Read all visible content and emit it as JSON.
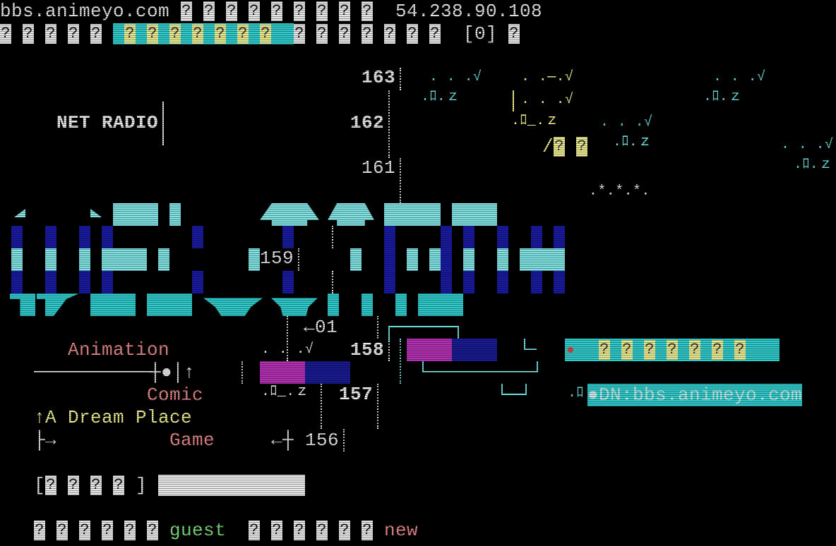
{
  "header": {
    "host": "bbs.animeyo.com",
    "ip": "54.238.90.108",
    "unknown_glyph": "?",
    "mail_count": "[0]"
  },
  "sidebar": {
    "net_radio": "NET RADIO"
  },
  "map": {
    "floors": [
      "163",
      "162",
      "161",
      "159",
      "158",
      "157",
      "156"
    ],
    "room_marker": "←01",
    "notes": {
      "dots": ". . .√",
      "dots_dash": ". .—.√",
      "n2": ".ﾛ.ｚ",
      "n_2": ".ﾛ_.ｚ",
      "stars": ".*.*.*."
    }
  },
  "menu": {
    "items": [
      {
        "label": "Animation"
      },
      {
        "label": "Comic"
      },
      {
        "label": "↑A Dream Place"
      },
      {
        "label": "Game"
      }
    ]
  },
  "banners": {
    "dn_label": "●DN:bbs.animeyo.com",
    "prefix": ".ﾛ"
  },
  "login": {
    "prompt_open": "[",
    "prompt_close": "]",
    "input_value": "",
    "user_label": "guest",
    "new_label": "new"
  },
  "colors": {
    "cyan": "#80e0e0",
    "blue": "#1a1aa0",
    "magenta": "#b030b0",
    "pink": "#e88a8a",
    "yellow": "#f0f090",
    "green": "#80e080"
  }
}
